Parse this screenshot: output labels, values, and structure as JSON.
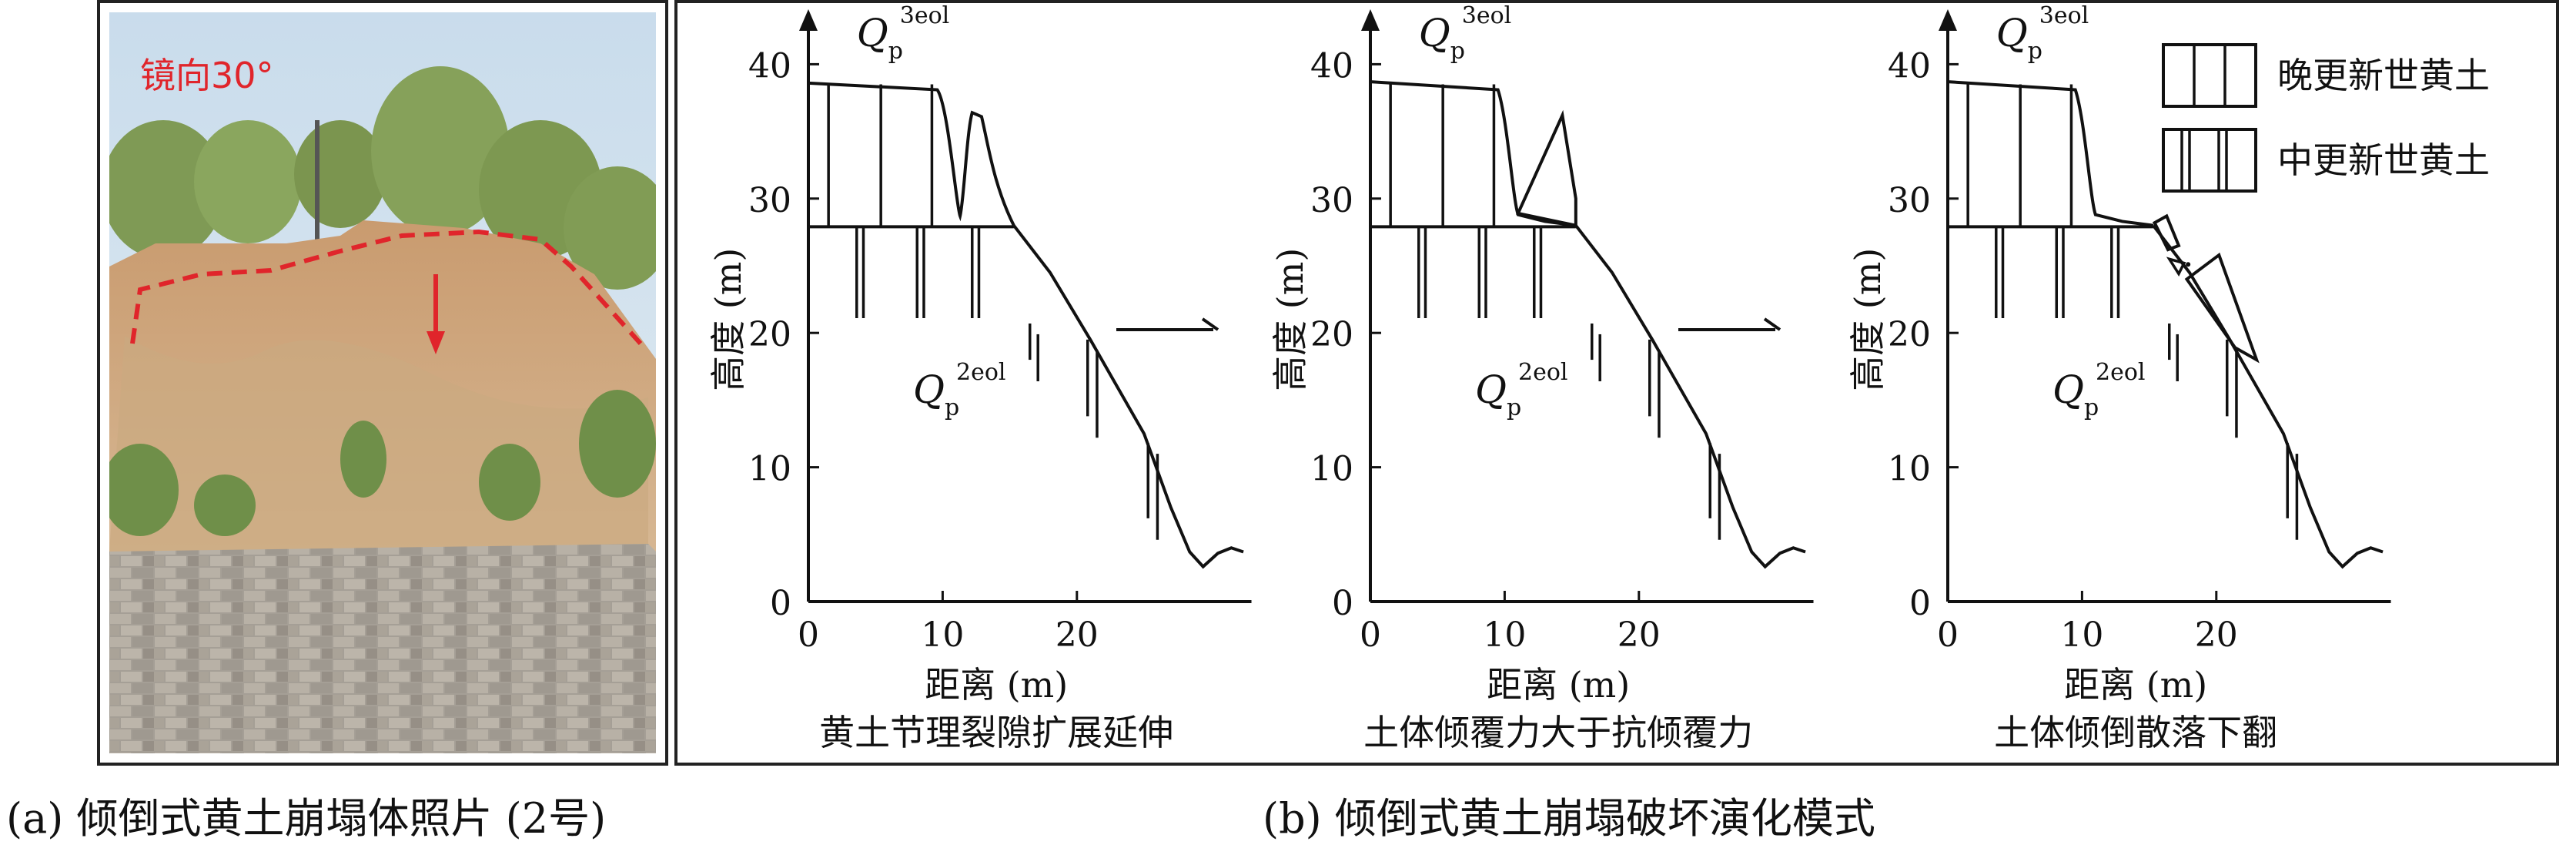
{
  "photo": {
    "label": "镜向30°",
    "caption": "(a) 倾倒式黄土崩塌体照片 (2号)"
  },
  "diagram": {
    "caption": "(b) 倾倒式黄土崩塌破坏演化模式",
    "legend": [
      {
        "label": "晚更新世黄土",
        "pattern": "wide-vertical-lines"
      },
      {
        "label": "中更新世黄土",
        "pattern": "narrow-vertical-lines"
      }
    ],
    "panels": [
      {
        "stage": "黄土节理裂隙扩展延伸",
        "upper_unit": {
          "base": "Q",
          "sub": "p",
          "sup": "3eol"
        },
        "lower_unit": {
          "base": "Q",
          "sub": "p",
          "sup": "2eol"
        }
      },
      {
        "stage": "土体倾覆力大于抗倾覆力",
        "upper_unit": {
          "base": "Q",
          "sub": "p",
          "sup": "3eol"
        },
        "lower_unit": {
          "base": "Q",
          "sub": "p",
          "sup": "2eol"
        }
      },
      {
        "stage": "土体倾倒散落下翻",
        "upper_unit": {
          "base": "Q",
          "sub": "p",
          "sup": "3eol"
        },
        "lower_unit": {
          "base": "Q",
          "sub": "p",
          "sup": "2eol"
        }
      }
    ],
    "axes": {
      "xlabel": "距离 (m)",
      "ylabel": "高度 (m)",
      "xticks": [
        "0",
        "10",
        "20"
      ],
      "yticks": [
        "0",
        "10",
        "20",
        "30",
        "40"
      ],
      "xlim": [
        0,
        33
      ],
      "ylim": [
        0,
        43
      ]
    }
  },
  "colors": {
    "annotation": "#e0252b",
    "line": "#111111"
  }
}
